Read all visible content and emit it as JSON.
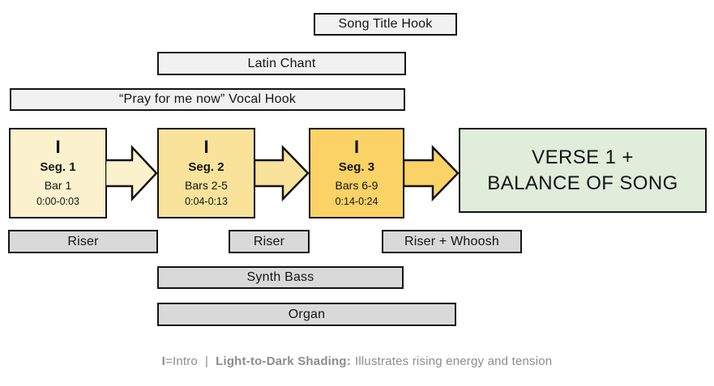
{
  "hooks": [
    {
      "label": "Song Title Hook"
    },
    {
      "label": "Latin Chant"
    },
    {
      "label": "“Pray for me now” Vocal Hook"
    }
  ],
  "segments": [
    {
      "intro": "I",
      "name": "Seg. 1",
      "bars": "Bar 1",
      "time": "0:00-0:03",
      "fill": "#FBF1CD"
    },
    {
      "intro": "I",
      "name": "Seg. 2",
      "bars": "Bars 2-5",
      "time": "0:04-0:13",
      "fill": "#F9E39B"
    },
    {
      "intro": "I",
      "name": "Seg. 3",
      "bars": "Bars 6-9",
      "time": "0:14-0:24",
      "fill": "#FBD265"
    }
  ],
  "verse": {
    "line1": "VERSE 1 +",
    "line2": "BALANCE OF SONG",
    "fill": "#DFEDDA"
  },
  "layers": [
    {
      "label": "Riser"
    },
    {
      "label": "Riser"
    },
    {
      "label": "Riser + Whoosh"
    },
    {
      "label": "Synth Bass"
    },
    {
      "label": "Organ"
    }
  ],
  "legend": {
    "intro_key": "I",
    "intro_rest": "=Intro",
    "separator": "|",
    "shading_key": "Light-to-Dark Shading",
    "colon": ":",
    "shading_rest": "Illustrates rising energy and tension"
  },
  "colors": {
    "hook_bar_fill": "#F1F1F2",
    "layer_bar_fill": "#D9D9D9",
    "border": "#141414",
    "legend_text": "#8C8C8C"
  }
}
